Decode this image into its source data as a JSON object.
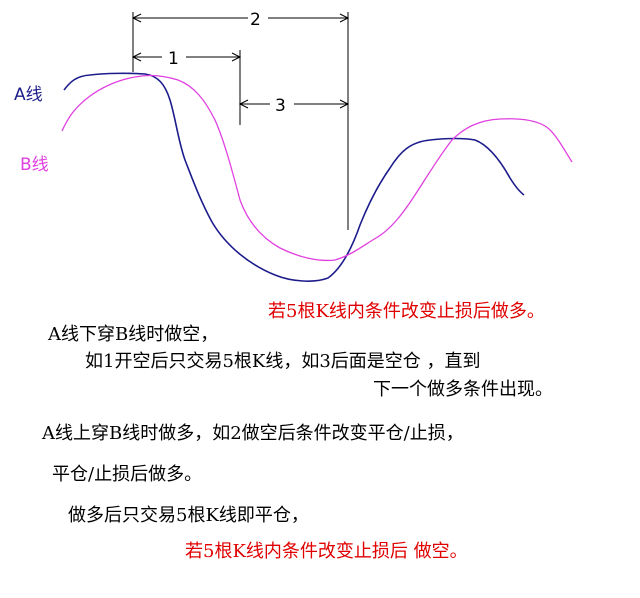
{
  "colors": {
    "line_a": "#1c1c8c",
    "line_b": "#e040e0",
    "dim": "#000000",
    "red": "#e00000",
    "black": "#000000"
  },
  "labels": {
    "line_a": "A线",
    "line_b": "B线",
    "dim_1": "1",
    "dim_2": "2",
    "dim_3": "3"
  },
  "notes": {
    "red_top": "若5根K线内条件改变止损后做多。",
    "p1_l1": "A线下穿B线时做空，",
    "p1_l2": "如1开空后只交易5根K线，如3后面是空仓 ，直到",
    "p1_l3": "下一个做多条件出现。",
    "p2_l1": "A线上穿B线时做多，如2做空后条件改变平仓/止损，",
    "p2_l2": "平仓/止损后做多。",
    "p3_l1": "做多后只交易5根K线即平仓，",
    "p3_l2": "若5根K线内条件改变止损后 做空。"
  }
}
